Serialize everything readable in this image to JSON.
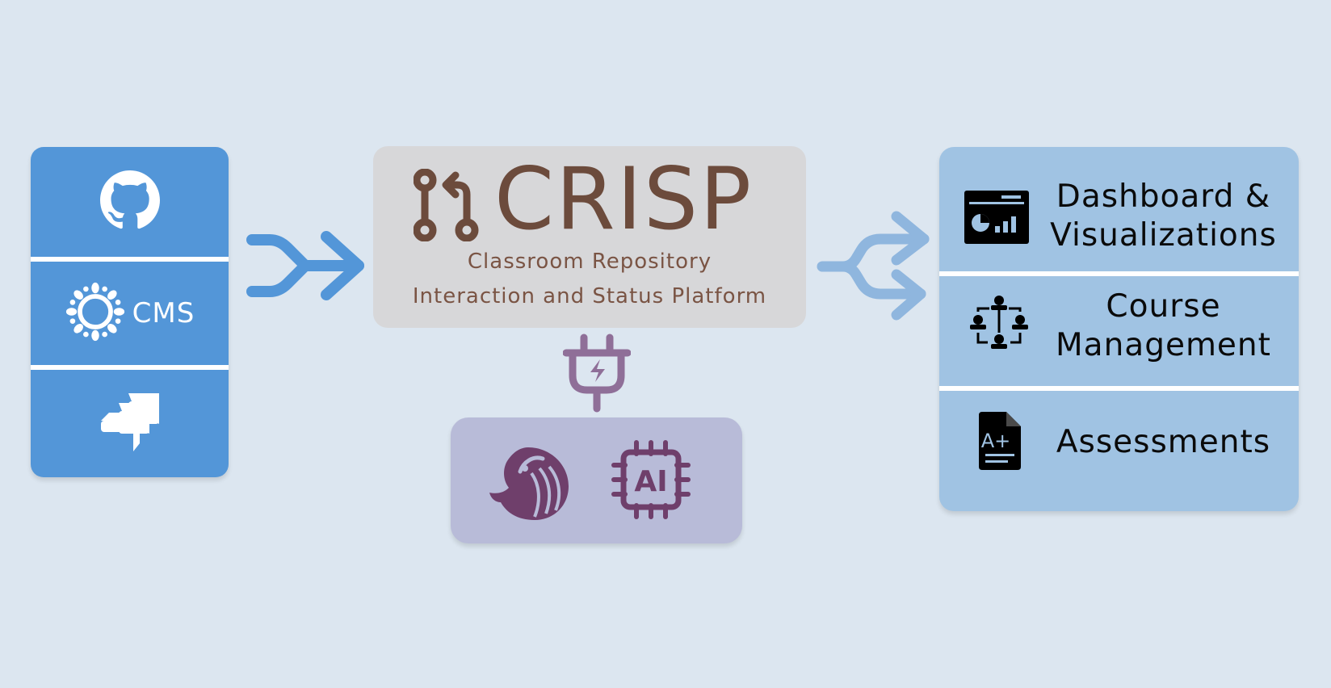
{
  "sources": {
    "items": [
      {
        "icon": "github-icon"
      },
      {
        "icon": "canvas-icon",
        "label": "CMS"
      },
      {
        "icon": "jira-icon"
      }
    ]
  },
  "core": {
    "icon": "git-pull-request-icon",
    "title": "CRISP",
    "subtitle_line1": "Classroom Repository",
    "subtitle_line2": "Interaction and Status Platform"
  },
  "plugins": {
    "connector_icon": "plug-icon",
    "items": [
      {
        "icon": "deepseek-whale-icon"
      },
      {
        "icon": "ai-chip-icon",
        "label": "AI"
      }
    ]
  },
  "outputs": {
    "items": [
      {
        "icon": "dashboard-icon",
        "line1": "Dashboard &",
        "line2": "Visualizations"
      },
      {
        "icon": "org-chart-icon",
        "line1": "Course",
        "line2": "Management"
      },
      {
        "icon": "graded-document-icon",
        "line1": "Assessments",
        "grade": "A+"
      }
    ]
  },
  "colors": {
    "background": "#dce6f0",
    "sources_panel": "#5396d8",
    "core_panel": "#d7d7d9",
    "core_text": "#6c4b3c",
    "plugins_panel": "#b8bbd8",
    "plugin_icons": "#6f3f6b",
    "plug_connector": "#8f6f98",
    "outputs_panel": "#a0c3e3",
    "merge_arrow": "#5396d8",
    "split_arrow": "#8fb6de"
  }
}
